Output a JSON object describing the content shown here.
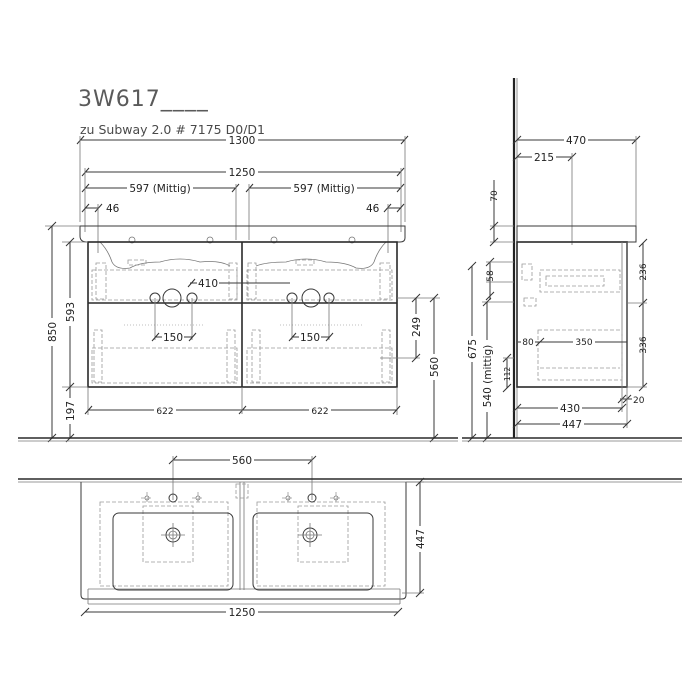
{
  "header": {
    "model": "3W617____",
    "subtitle": "zu Subway 2.0 # 7175 D0/D1"
  },
  "front_view": {
    "overall_width": "1300",
    "cabinet_width": "1250",
    "basin_center_left": "597 (Mittig)",
    "basin_center_right": "597 (Mittig)",
    "edge_offset_left": "46",
    "edge_offset_right": "46",
    "siphon_cutout": "410",
    "tap_spacing_left": "150",
    "tap_spacing_right": "150",
    "drawer_width_left": "622",
    "drawer_width_right": "622",
    "total_height": "850",
    "cabinet_height": "593",
    "floor_clearance": "197",
    "lower_drawer_height": "249",
    "cabinet_top_height": "560"
  },
  "side_view": {
    "depth_total": "470",
    "depth_basin_center": "215",
    "basin_thickness": "70",
    "upper_offset": "58",
    "upper_drawer_height": "236",
    "lower_drawer_height": "336",
    "drawer_offset": "80",
    "drawer_depth": "350",
    "install_height": "675",
    "drain_height": "540 (mittig)",
    "lower_offset": "112",
    "cabinet_depth": "430",
    "overall_depth": "447",
    "front_gap": "20"
  },
  "top_view": {
    "tap_distance": "560",
    "width": "1250",
    "depth": "447"
  }
}
